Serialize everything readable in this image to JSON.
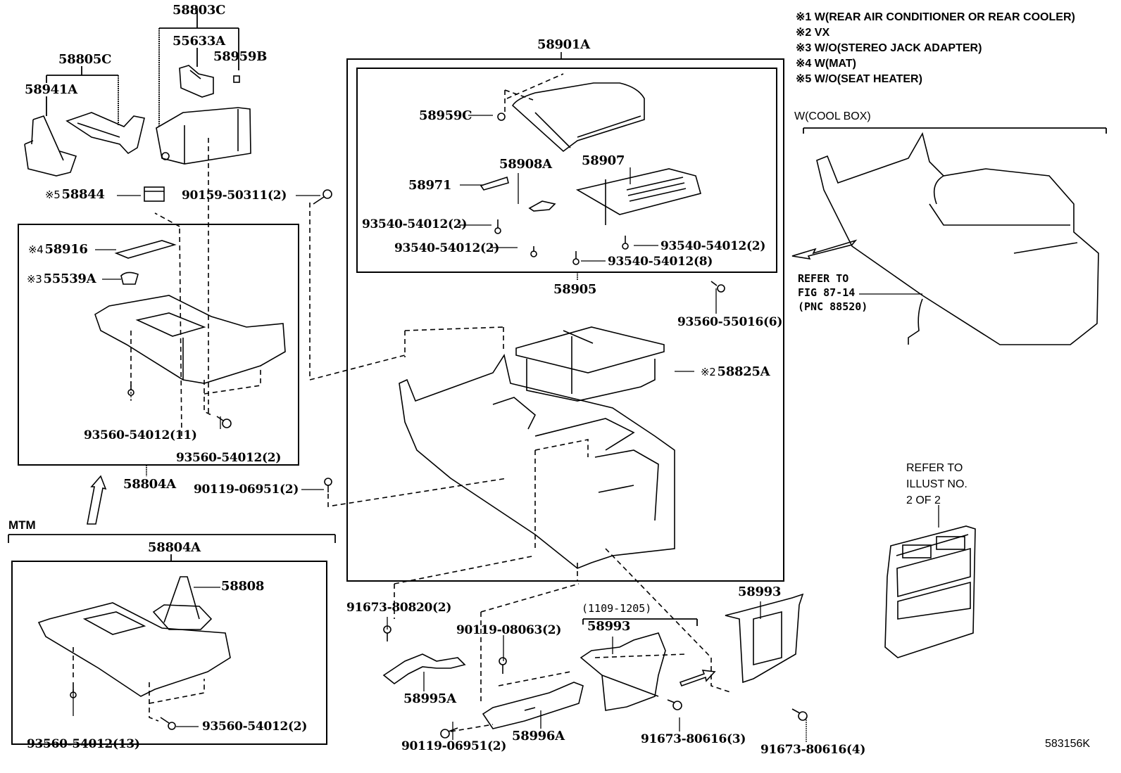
{
  "diagram": {
    "title_code": "583156K",
    "notes": [
      {
        "mark": "※1",
        "text": "W(REAR AIR CONDITIONER OR REAR COOLER)"
      },
      {
        "mark": "※2",
        "text": "VX"
      },
      {
        "mark": "※3",
        "text": "W/O(STEREO JACK ADAPTER)"
      },
      {
        "mark": "※4",
        "text": "W(MAT)"
      },
      {
        "mark": "※5",
        "text": "W/O(SEAT HEATER)"
      }
    ],
    "groups": {
      "cool_box": "W(COOL BOX)",
      "mtm": "MTM",
      "date_range": "(1109-1205)"
    },
    "parts": {
      "p58803C": "58803C",
      "p55633A": "55633A",
      "p58959B": "58959B",
      "p58805C": "58805C",
      "p58941A": "58941A",
      "p58844": {
        "mark": "※5",
        "code": "58844"
      },
      "p90159_50311": "90159-50311(2)",
      "p58916": {
        "mark": "※4",
        "code": "58916"
      },
      "p55539A": {
        "mark": "※3",
        "code": "55539A"
      },
      "p93560_54012_11": "93560-54012(11)",
      "p93560_54012_2a": "93560-54012(2)",
      "p58804A_top": "58804A",
      "p90119_06951_a": "90119-06951(2)",
      "p58804A_mtm": "58804A",
      "p58808": "58808",
      "p93560_54012_13": "93560-54012(13)",
      "p93560_54012_2b": "93560-54012(2)",
      "p58901A": "58901A",
      "p58959C": "58959C",
      "p58908A": "58908A",
      "p58907": "58907",
      "p58971": "58971",
      "p93540_54012_2a": "93540-54012(2)",
      "p93540_54012_2b": "93540-54012(2)",
      "p93540_54012_2c": "93540-54012(2)",
      "p93540_54012_8": "93540-54012(8)",
      "p58905": "58905",
      "p93560_55016": "93560-55016(6)",
      "p58825A": {
        "mark": "※2",
        "code": "58825A"
      },
      "p91673_80820": "91673-80820(2)",
      "p90119_08063": "90119-08063(2)",
      "p58993_a": "58993",
      "p58993_b": "58993",
      "p58995A": "58995A",
      "p58996A": "58996A",
      "p90119_06951_b": "90119-06951(2)",
      "p91673_80616_3": "91673-80616(3)",
      "p91673_80616_4": "91673-80616(4)"
    },
    "references": {
      "fig": [
        "REFER TO",
        "FIG 87-14",
        "(PNC 88520)"
      ],
      "illust": [
        "REFER TO",
        "ILLUST NO.",
        "2 OF 2"
      ]
    }
  }
}
